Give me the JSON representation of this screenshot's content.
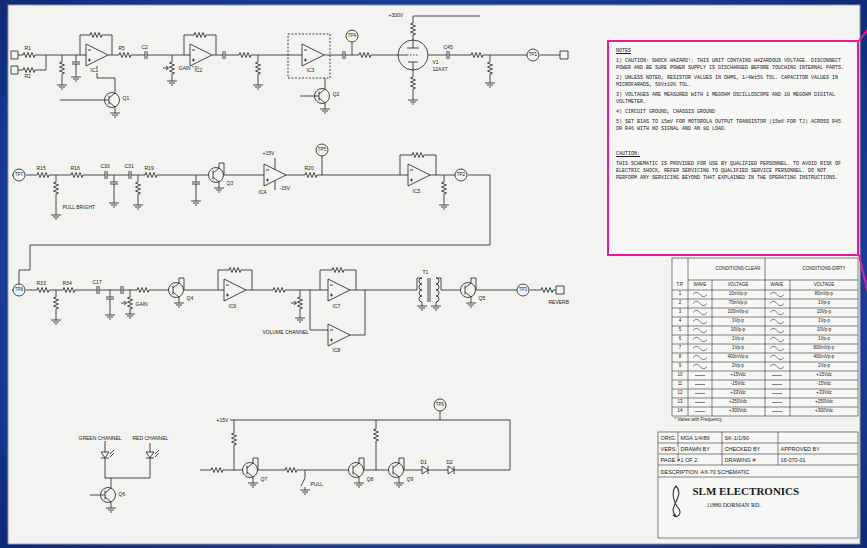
{
  "diagram": {
    "nodes": [
      {
        "text": [
          "NOTES",
          "1) CAUTION: SHOCK HAZARD!: THIS UNIT CONTAINS HAZARDOUS VOLTAGE. DISCONNECT POWER AND BE SURE POWER SUPPLY IS DISCHARGED BEFORE TOUCHING INTERNAL PARTS.",
          "2) UNLESS NOTED, RESISTOR VALUES IN OHMS, 1/4W±5% TOL. CAPACITOR VALUES IN MICROFARADS, 50V±10% TOL.",
          "3) VOLTAGES ARE MEASURED WITH 1 MEGOHM OSCILLOSCOPE AND 10 MEGOHM DIGITAL VOLTMETER.",
          "4) CIRCUIT GROUND, CHASSIS GROUND",
          "5) SET BIAS TO 15mV FOR MOTOROLA OUTPUT TRANSISTOR (15mV FOR TJ) ACROSS R45 OR R46 WITH NO SIGNAL AND AN 8Ω LOAD.",
          "CAUTION:",
          "THIS SCHEMATIC IS PROVIDED FOR USE BY QUALIFIED PERSONNEL. TO AVOID RISK OF ELECTRIC SHOCK, REFER SERVICING TO QUALIFIED SERVICE PERSONNEL. DO NOT PERFORM ANY SERVICING BEYOND THAT EXPLAINED IN THE OPERATING INSTRUCTIONS."
        ]
      }
    ],
    "labels": [
      "R1",
      "R2",
      "IC1",
      "R5",
      "C2",
      "GAIN \"A\"",
      "IC2",
      "IC3",
      "Q1",
      "Q2",
      "+300V",
      "V1",
      "12AX7",
      "C45",
      "TP1",
      "TP7",
      "R15",
      "R16",
      "C30",
      "C31",
      "R19",
      "Q3",
      "IC4",
      "+15V",
      "-15V",
      "R20",
      "IC5",
      "TP2",
      "PULL BRIGHT",
      "TP8",
      "R33",
      "R34",
      "C17",
      "GAIN",
      "Q4",
      "IC6",
      "VOLUME CHANNEL",
      "IC7",
      "IC8",
      "T1",
      "Q5",
      "TP3",
      "REVERB",
      "GREEN CHANNEL",
      "RED CHANNEL",
      "Q6",
      "+15V",
      "Q7",
      "PULL",
      "Q8",
      "Q9",
      "D1",
      "D2",
      "TP4",
      "TP5",
      "TP6",
      "CONDITIONS-CLEAN",
      "CONDITIONS-DIRTY",
      "T.P.",
      "WAVE",
      "VOLTAGE",
      "WAVE",
      "VOLTAGE",
      "1",
      "10mVp-p",
      "80mVp-p",
      "2",
      "70mVp-p",
      "1Vp-p",
      "3",
      "100mVp-p",
      "10Vp-p",
      "4",
      "1Vp-p",
      "1Vp-p",
      "5",
      "10Vp-p",
      "10Vp-p",
      "6",
      "1Vp-p",
      "1Vp-p",
      "7",
      "1Vp-p",
      "800mVp-p",
      "8",
      "400mVp-p",
      "400mVp-p",
      "9",
      "2Vp-p",
      "2Vp-p",
      "10",
      "+15Vdc",
      "+15Vdc",
      "11",
      "-15Vdc",
      "-15Vdc",
      "12",
      "+33Vdc",
      "+33Vdc",
      "13",
      "+250Vdc",
      "+250Vdc",
      "14",
      "+300Vdc",
      "+300Vdc",
      "* Varies with Frequency",
      "ORIG.",
      "MGA 1/4/89",
      "SK-1/1/90",
      "VERS.",
      "DRAWN BY",
      "CHECKED BY",
      "APPROVED BY",
      "PAGE #",
      "1 OF 2",
      "DRAWING #",
      "16-070-01",
      "DESCRIPTION",
      "AX-70 SCHEMATIC",
      "SLM ELECTRONICS",
      "11880 DORMAN RD."
    ]
  }
}
